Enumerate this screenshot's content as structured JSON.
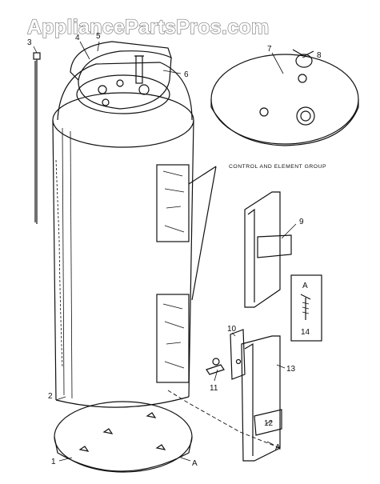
{
  "watermark": "AppliancePartsPros.com",
  "callouts": {
    "c1": "1",
    "c2": "2",
    "c3": "3",
    "c4": "4",
    "c5": "5",
    "c6": "6",
    "c7": "7",
    "c8": "8",
    "c9": "9",
    "c10": "10",
    "c11": "11",
    "c12": "12",
    "c13": "13",
    "c14": "14",
    "cA1": "A",
    "cA2": "A",
    "cA3": "A"
  },
  "control_group_label": "CONTROL AND ELEMENT GROUP",
  "colors": {
    "ink": "#111111",
    "background": "#ffffff",
    "watermark_outline": "#7a7a7a"
  }
}
